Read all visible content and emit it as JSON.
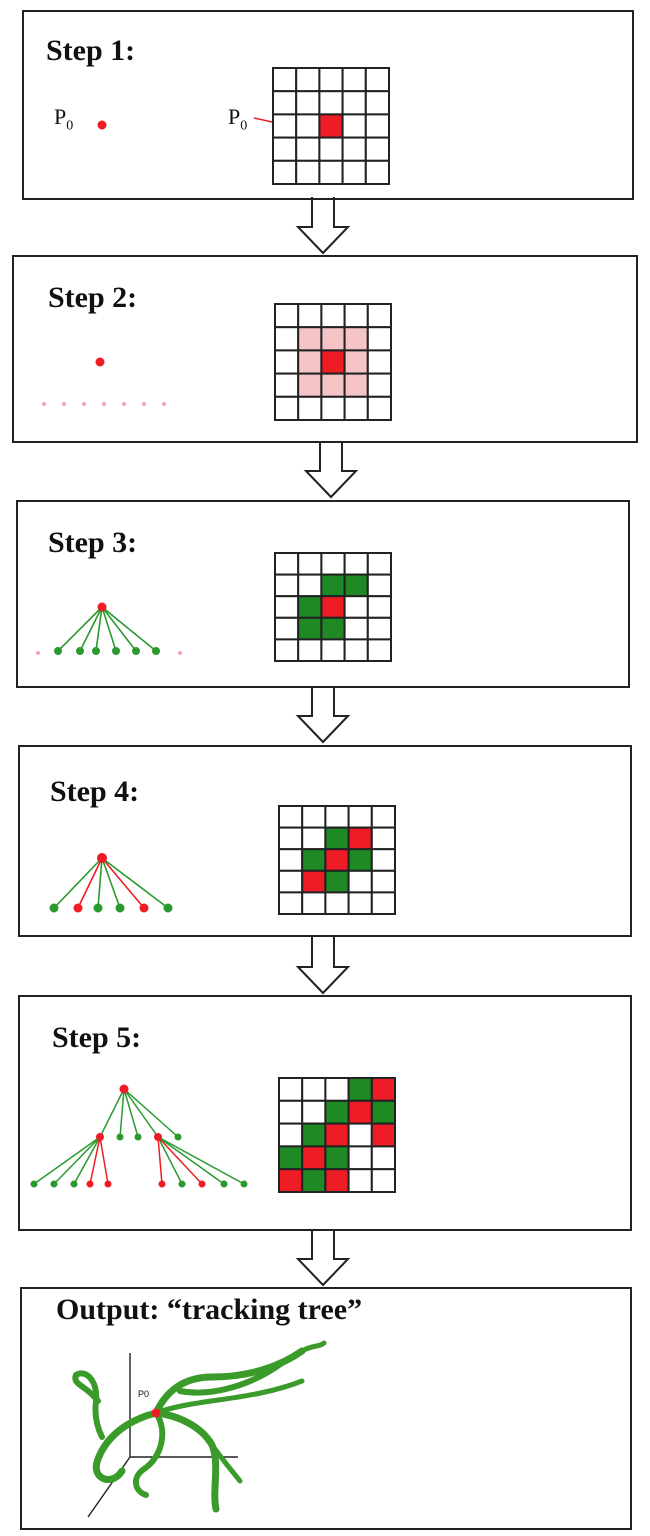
{
  "steps": [
    {
      "title": "Step 1:"
    },
    {
      "title": "Step 2:"
    },
    {
      "title": "Step 3:"
    },
    {
      "title": "Step 4:"
    },
    {
      "title": "Step 5:"
    }
  ],
  "p0_label": "P",
  "p0_subscript": "0",
  "output": {
    "title": "Output: “tracking tree”",
    "p0_label": "P0"
  },
  "colors": {
    "red": "#ee1c25",
    "green": "#1f8a23",
    "pink": "#f4c4c6",
    "border": "#222222"
  },
  "grids": [
    {
      "size": 5,
      "cells": {
        "2,2": "red"
      }
    },
    {
      "size": 5,
      "cells": {
        "1,1": "pink",
        "1,2": "pink",
        "1,3": "pink",
        "2,1": "pink",
        "2,3": "pink",
        "3,1": "pink",
        "3,2": "pink",
        "3,3": "pink",
        "2,2": "red"
      }
    },
    {
      "size": 5,
      "cells": {
        "1,2": "green",
        "1,3": "green",
        "2,1": "green",
        "3,1": "green",
        "3,2": "green",
        "2,2": "red"
      }
    },
    {
      "size": 5,
      "cells": {
        "1,2": "green",
        "1,3": "red",
        "2,1": "green",
        "2,3": "green",
        "3,1": "red",
        "3,2": "green",
        "2,2": "red"
      }
    },
    {
      "size": 5,
      "cells": {
        "0,3": "green",
        "0,4": "red",
        "1,2": "green",
        "1,3": "red",
        "1,4": "green",
        "2,1": "green",
        "2,2": "red",
        "2,4": "red",
        "3,0": "green",
        "3,1": "red",
        "3,2": "green",
        "4,0": "red",
        "4,1": "green",
        "4,2": "red"
      }
    }
  ]
}
